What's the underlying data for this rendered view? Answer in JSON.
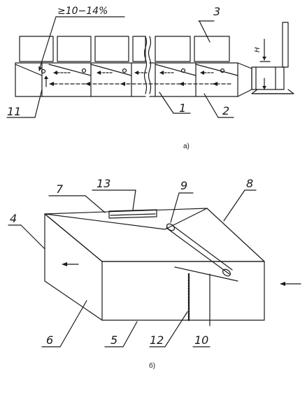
{
  "figure_a": {
    "caption": "а)",
    "percent_label": "≥10−14%",
    "dim_label": "H",
    "part_labels": [
      "3",
      "11",
      "1",
      "2"
    ]
  },
  "figure_b": {
    "caption": "б)",
    "part_labels": [
      "7",
      "13",
      "9",
      "8",
      "4",
      "6",
      "5",
      "12",
      "10"
    ]
  },
  "colors": {
    "ink": "#1a1a1a",
    "paper": "#ffffff"
  }
}
